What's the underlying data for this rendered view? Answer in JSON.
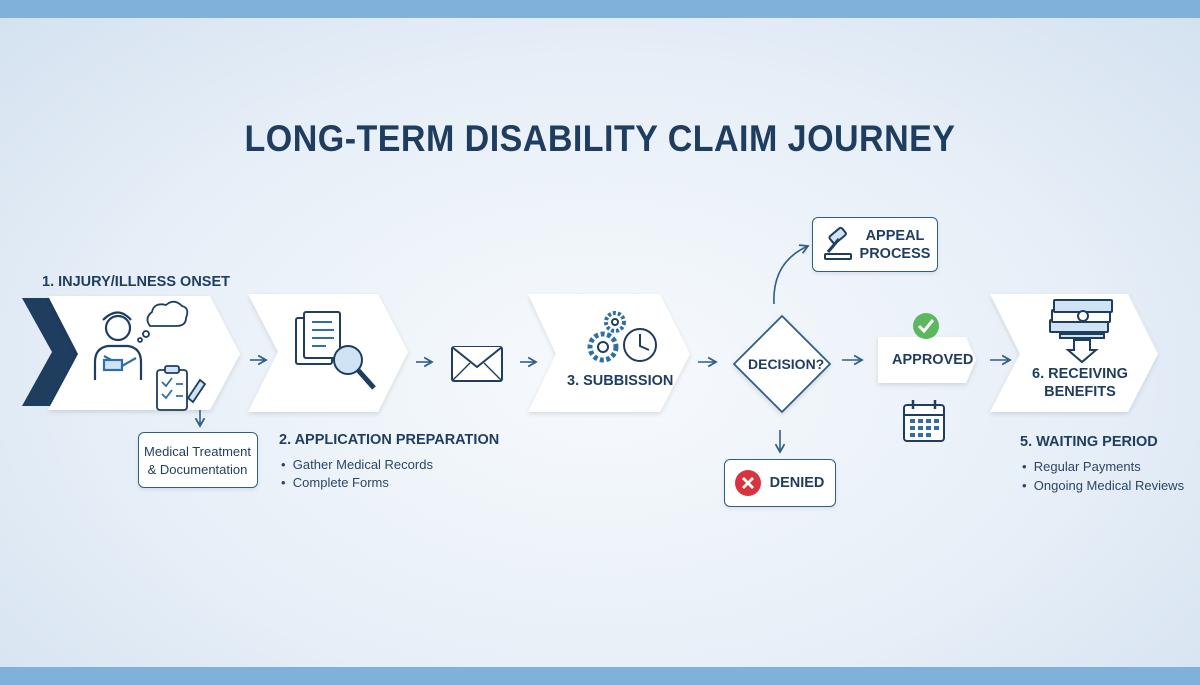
{
  "title": "LONG-TERM DISABILITY CLAIM JOURNEY",
  "steps": {
    "onset": {
      "label": "1. INJURY/ILLNESS ONSET"
    },
    "medical": {
      "line1": "Medical Treatment",
      "line2": "& Documentation"
    },
    "preparation": {
      "label": "2. APPLICATION PREPARATION",
      "bullets": [
        "Gather Medical Records",
        "Complete Forms"
      ]
    },
    "submission": {
      "label": "3. SUBBISSION"
    },
    "decision": {
      "label": "DECISION?"
    },
    "appeal": {
      "line1": "APPEAL",
      "line2": "PROCESS"
    },
    "approved": {
      "label": "APPROVED"
    },
    "denied": {
      "label": "DENIED"
    },
    "receiving": {
      "line1": "6. RECEIVING",
      "line2": "BENEFITS"
    },
    "waiting": {
      "label": "5. WAITING PERIOD",
      "bullets": [
        "Regular Payments",
        "Ongoing Medical Reviews"
      ]
    }
  },
  "colors": {
    "navy": "#1e3d5f",
    "accent_blue": "#7fb1da",
    "approved_green": "#5cb85c",
    "denied_red": "#d9333f"
  },
  "icons": [
    "person-injured-icon",
    "thought-cloud-icon",
    "clipboard-icon",
    "documents-search-icon",
    "envelope-icon",
    "gears-clock-icon",
    "gavel-icon",
    "checkmark-icon",
    "calendar-icon",
    "x-icon",
    "money-stack-icon"
  ]
}
